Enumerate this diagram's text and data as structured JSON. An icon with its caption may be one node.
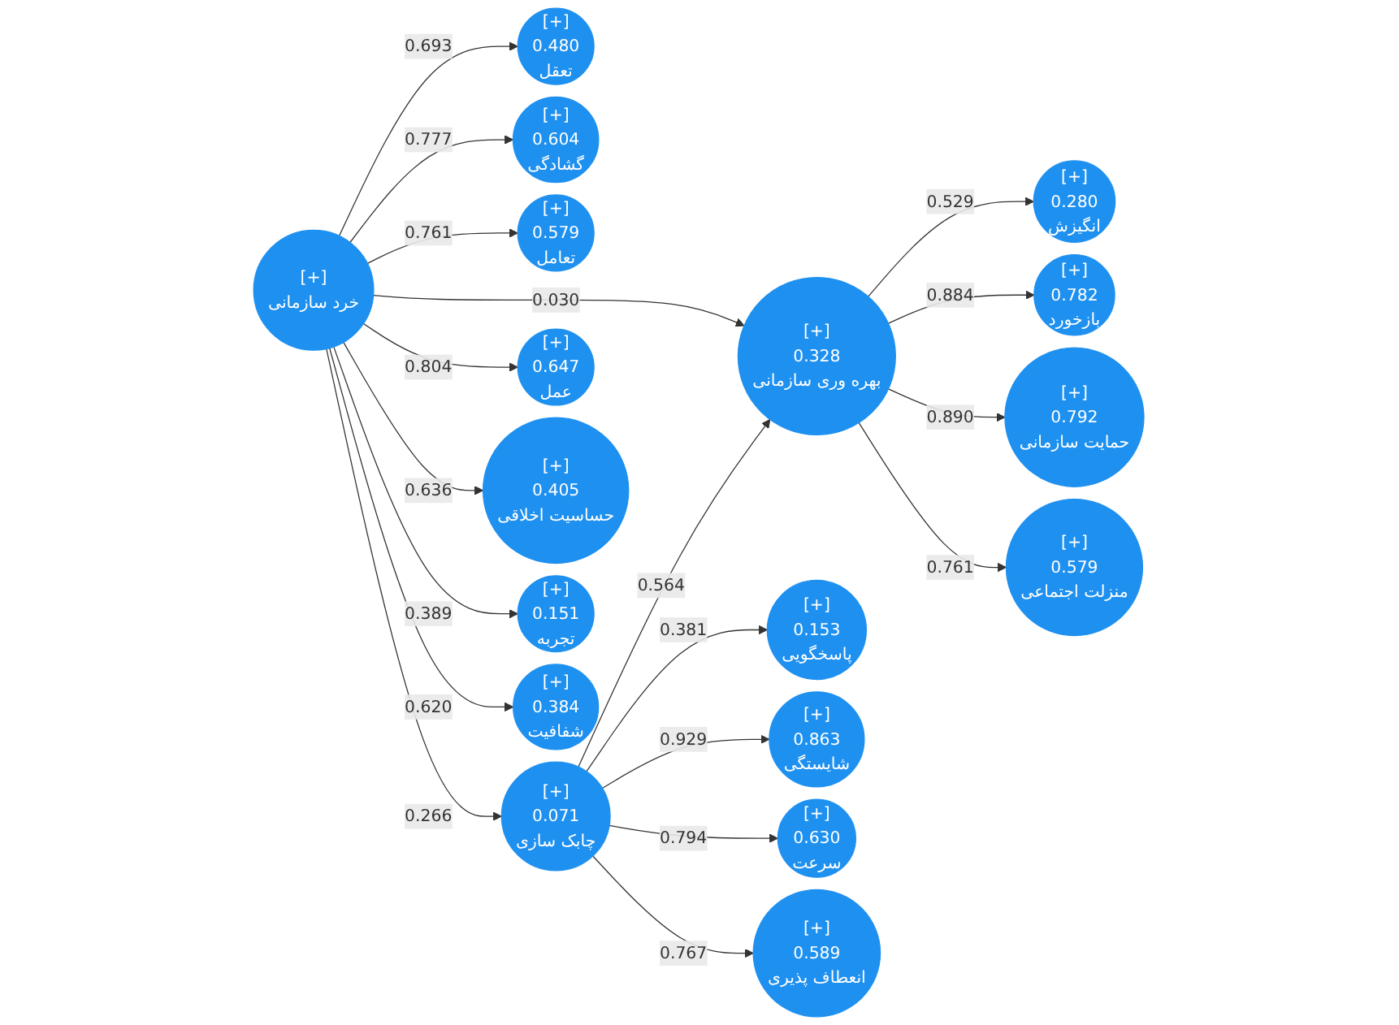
{
  "diagram": {
    "nodes": [
      {
        "text": [
          "[+]",
          "0.280",
          "انگیزش"
        ]
      },
      {
        "text": [
          "[+]",
          "0.782",
          "بازخورد"
        ]
      },
      {
        "text": [
          "[+]",
          "0.792",
          "حمایت سازمانی"
        ]
      },
      {
        "text": [
          "[+]",
          "0.480",
          "تعقل"
        ]
      },
      {
        "text": [
          "[+]",
          "0.604",
          "گشادگی"
        ]
      },
      {
        "text": [
          "[+]",
          "0.579",
          "منزلت اجتماعی"
        ]
      },
      {
        "text": [
          "[+]",
          "0.328",
          "بهره وری سازمانی"
        ]
      },
      {
        "text": [
          "[+]",
          "0.579",
          "تعامل"
        ]
      },
      {
        "text": [
          "[+]",
          "خرد سازمانی"
        ]
      },
      {
        "text": [
          "[+]",
          "0.153",
          "پاسخگویی"
        ]
      },
      {
        "text": [
          "[+]",
          "0.071",
          "چابک سازی"
        ]
      },
      {
        "text": [
          "[+]",
          "0.647",
          "عمل"
        ]
      },
      {
        "text": [
          "[+]",
          "0.405",
          "حساسیت اخلاقی"
        ]
      },
      {
        "text": [
          "[+]",
          "0.863",
          "شایستگی"
        ]
      },
      {
        "text": [
          "[+]",
          "0.151",
          "تجربه"
        ]
      },
      {
        "text": [
          "[+]",
          "0.630",
          "سرعت"
        ]
      },
      {
        "text": [
          "[+]",
          "0.589",
          "انعطاف پذیری"
        ]
      },
      {
        "text": [
          "[+]",
          "0.384",
          "شفافیت"
        ]
      }
    ],
    "edges": [
      {
        "from": 6,
        "to": 0,
        "arrow": "to",
        "label": "0.529"
      },
      {
        "from": 6,
        "to": 1,
        "arrow": "to",
        "label": "0.884"
      },
      {
        "from": 6,
        "to": 2,
        "arrow": "to",
        "label": "0.890"
      },
      {
        "from": 6,
        "to": 5,
        "arrow": "to",
        "label": "0.761"
      },
      {
        "from": 8,
        "to": 6,
        "arrow": "to",
        "label": "0.030"
      },
      {
        "from": 10,
        "to": 6,
        "arrow": "to",
        "label": "0.564"
      },
      {
        "from": 8,
        "to": 10,
        "arrow": "to",
        "label": "0.266"
      },
      {
        "from": 8,
        "to": 3,
        "arrow": "to",
        "label": "0.693"
      },
      {
        "from": 8,
        "to": 4,
        "arrow": "to",
        "label": "0.777"
      },
      {
        "from": 8,
        "to": 7,
        "arrow": "to",
        "label": "0.761"
      },
      {
        "from": 8,
        "to": 11,
        "arrow": "to",
        "label": "0.804"
      },
      {
        "from": 8,
        "to": 12,
        "arrow": "to",
        "label": "0.636"
      },
      {
        "from": 8,
        "to": 17,
        "arrow": "to",
        "label": "0.620"
      },
      {
        "from": 8,
        "to": 14,
        "arrow": "to",
        "label": "0.389"
      },
      {
        "from": 10,
        "to": 9,
        "arrow": "to",
        "label": "0.381"
      },
      {
        "from": 10,
        "to": 13,
        "arrow": "to",
        "label": "0.929"
      },
      {
        "from": 10,
        "to": 15,
        "arrow": "to",
        "label": "0.794"
      },
      {
        "from": 10,
        "to": 16,
        "arrow": "to",
        "label": "0.767"
      }
    ]
  }
}
